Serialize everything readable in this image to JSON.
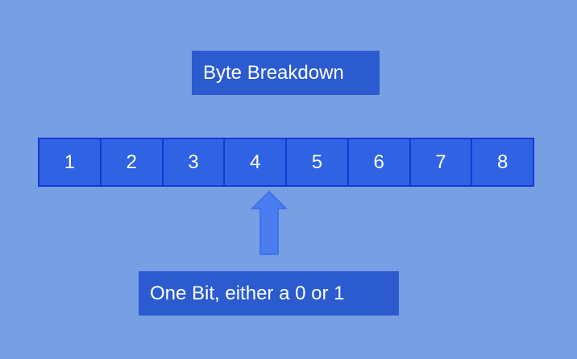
{
  "title": "Byte Breakdown",
  "bits": [
    "1",
    "2",
    "3",
    "4",
    "5",
    "6",
    "7",
    "8"
  ],
  "caption": "One Bit, either a 0 or 1",
  "colors": {
    "background": "#779fe3",
    "box_fill": "#2b5bcf",
    "cell_fill": "#2f63e4",
    "cell_border": "#1737d6",
    "arrow_fill": "#4a7ef0",
    "text": "#ffffff"
  },
  "arrow": {
    "icon": "up-arrow-icon",
    "points_to_bit": "4"
  }
}
